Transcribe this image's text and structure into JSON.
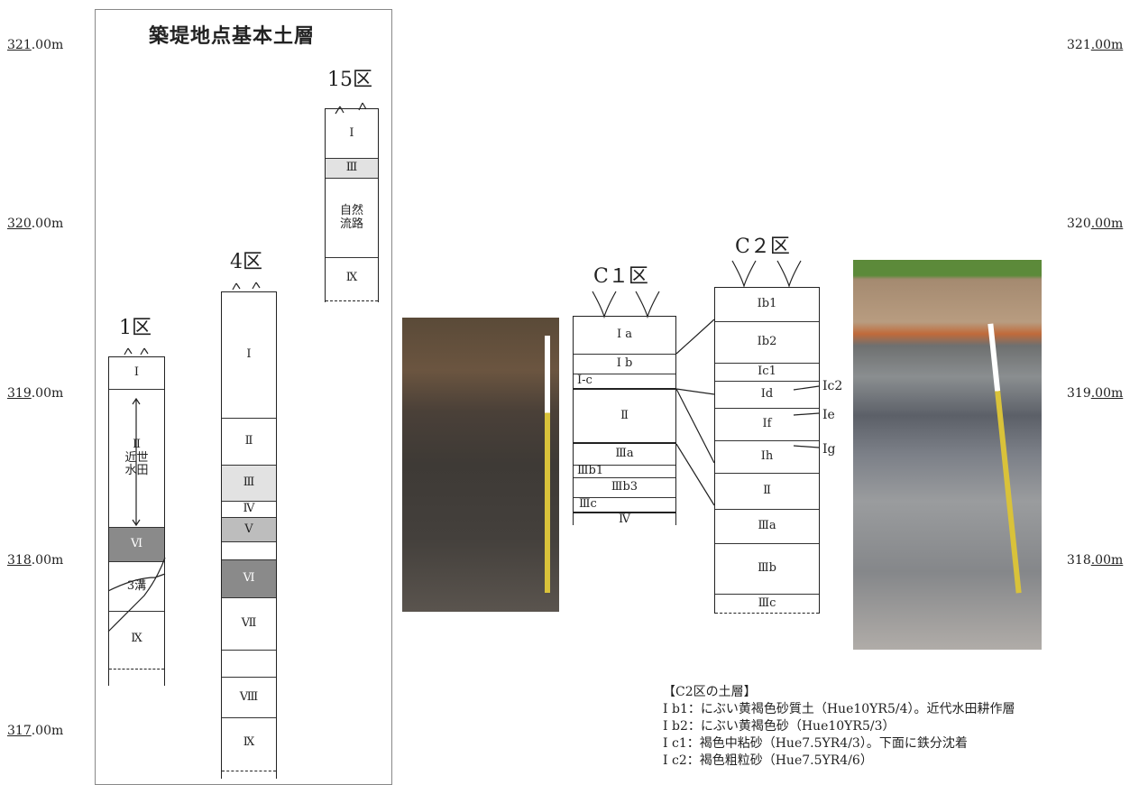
{
  "title": "築堤地点基本土層",
  "elevations_left": [
    {
      "int": "321",
      "dec": ".00m"
    },
    {
      "int": "320",
      "dec": ".00m"
    },
    {
      "int": "319",
      "dec": ".00m"
    },
    {
      "int": "318",
      "dec": ".00m"
    },
    {
      "int": "317",
      "dec": ".00m"
    }
  ],
  "elevations_right": [
    {
      "pre": "321",
      "u": ".00m"
    },
    {
      "pre": "320",
      "u": ".00m"
    },
    {
      "pre": "319",
      "u": ".00m"
    },
    {
      "pre": "318",
      "u": ".00m"
    }
  ],
  "columns": {
    "area15": {
      "name": "15区",
      "layers": [
        "I",
        "Ⅲ",
        "自然流路",
        "Ⅸ"
      ]
    },
    "area4": {
      "name": "4区",
      "layers": [
        "I",
        "Ⅱ",
        "Ⅲ",
        "Ⅳ",
        "Ⅴ",
        "Ⅵ",
        "Ⅶ",
        "Ⅷ",
        "Ⅸ"
      ]
    },
    "area1": {
      "name": "1区",
      "layers": [
        "I",
        "Ⅱ",
        "近世",
        "水田",
        "Ⅵ",
        "3溝",
        "Ⅸ"
      ]
    },
    "c1": {
      "name": "C１区",
      "layers": [
        "I a",
        "I b",
        "I-c",
        "Ⅱ",
        "Ⅲa",
        "Ⅲb1",
        "Ⅲb3",
        "Ⅲc",
        "Ⅳ"
      ]
    },
    "c2": {
      "name": "C２区",
      "layers": [
        "Ib1",
        "Ib2",
        "Ic1",
        "Id",
        "If",
        "Ih",
        "Ⅱ",
        "Ⅲa",
        "Ⅲb",
        "Ⅲc"
      ],
      "side_labels": [
        "Ic2",
        "Ie",
        "Ig"
      ]
    }
  },
  "legend": {
    "heading": "【C2区の土層】",
    "lines": [
      "I b1：にぶい黄褐色砂質土（Hue10YR5/4）。近代水田耕作層",
      "I b2：にぶい黄褐色砂（Hue10YR5/3）",
      "I c1：褐色中粘砂（Hue7.5YR4/3）。下面に鉄分沈着",
      "I c2：褐色粗粒砂（Hue7.5YR4/6）"
    ]
  },
  "photos": [
    "soil-profile-photo-c1",
    "soil-profile-photo-c2"
  ]
}
